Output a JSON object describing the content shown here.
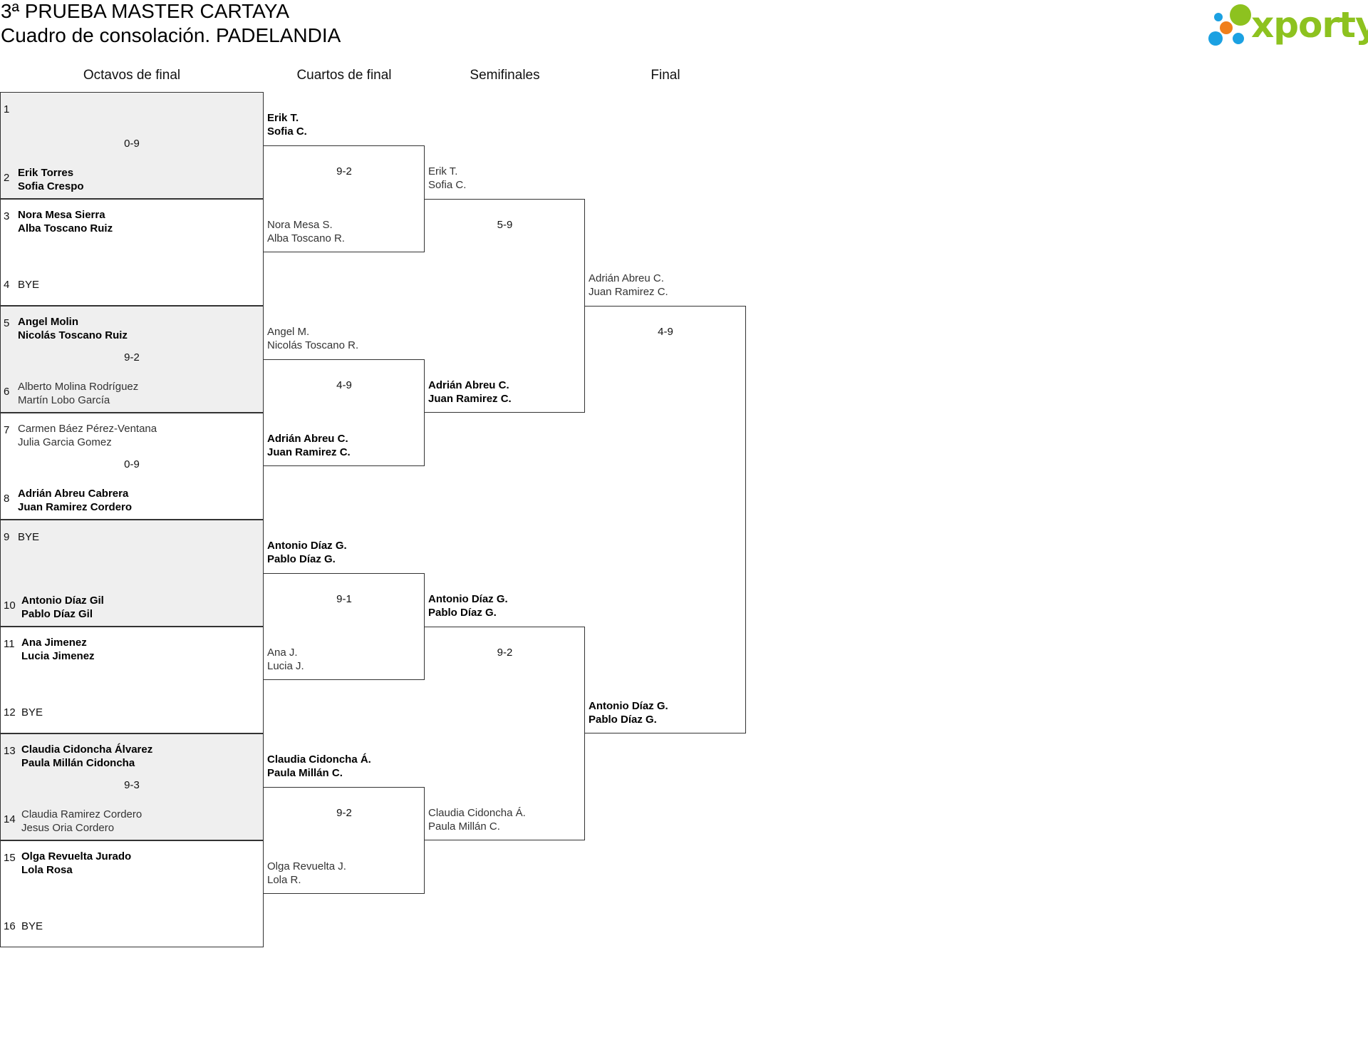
{
  "header": {
    "title": "3ª PRUEBA MASTER CARTAYA",
    "subtitle": "Cuadro de consolación. PADELANDIA"
  },
  "logo": {
    "text": "xporty",
    "text_color": "#8dc21f",
    "dot_colors": [
      "#8dc21f",
      "#1ba1e2",
      "#f07f1b",
      "#1ba1e2",
      "#1ba1e2"
    ]
  },
  "colors": {
    "shaded": "#efefef",
    "border": "#333333"
  },
  "rounds": [
    "Octavos de final",
    "Cuartos de final",
    "Semifinales",
    "Final"
  ],
  "octavos": [
    {
      "shaded": true,
      "score": "0-9",
      "top": {
        "seed": "1",
        "names": [],
        "bye": "",
        "winner": false
      },
      "bottom": {
        "seed": "2",
        "names": [
          "Erik Torres",
          "Sofia Crespo"
        ],
        "bye": "",
        "winner": true
      }
    },
    {
      "shaded": false,
      "score": "",
      "top": {
        "seed": "3",
        "names": [
          "Nora Mesa Sierra",
          "Alba Toscano Ruiz"
        ],
        "bye": "",
        "winner": true
      },
      "bottom": {
        "seed": "4",
        "names": [],
        "bye": "BYE",
        "winner": false
      }
    },
    {
      "shaded": true,
      "score": "9-2",
      "top": {
        "seed": "5",
        "names": [
          "Angel Molin",
          "Nicolás Toscano Ruiz"
        ],
        "bye": "",
        "winner": true
      },
      "bottom": {
        "seed": "6",
        "names": [
          "Alberto Molina Rodríguez",
          "Martín Lobo García"
        ],
        "bye": "",
        "winner": false
      }
    },
    {
      "shaded": false,
      "score": "0-9",
      "top": {
        "seed": "7",
        "names": [
          "Carmen Báez Pérez-Ventana",
          "Julia Garcia Gomez"
        ],
        "bye": "",
        "winner": false
      },
      "bottom": {
        "seed": "8",
        "names": [
          "Adrián Abreu Cabrera",
          "Juan Ramirez Cordero"
        ],
        "bye": "",
        "winner": true
      }
    },
    {
      "shaded": true,
      "score": "",
      "top": {
        "seed": "9",
        "names": [],
        "bye": "BYE",
        "winner": false
      },
      "bottom": {
        "seed": "10",
        "names": [
          "Antonio Díaz Gil",
          "Pablo Díaz Gil"
        ],
        "bye": "",
        "winner": true
      }
    },
    {
      "shaded": false,
      "score": "",
      "top": {
        "seed": "11",
        "names": [
          "Ana Jimenez",
          "Lucia Jimenez"
        ],
        "bye": "",
        "winner": true
      },
      "bottom": {
        "seed": "12",
        "names": [],
        "bye": "BYE",
        "winner": false
      }
    },
    {
      "shaded": true,
      "score": "9-3",
      "top": {
        "seed": "13",
        "names": [
          "Claudia Cidoncha Álvarez",
          "Paula Millán Cidoncha"
        ],
        "bye": "",
        "winner": true
      },
      "bottom": {
        "seed": "14",
        "names": [
          "Claudia Ramirez Cordero",
          "Jesus Oria Cordero"
        ],
        "bye": "",
        "winner": false
      }
    },
    {
      "shaded": false,
      "score": "",
      "top": {
        "seed": "15",
        "names": [
          "Olga Revuelta Jurado",
          "Lola Rosa"
        ],
        "bye": "",
        "winner": true
      },
      "bottom": {
        "seed": "16",
        "names": [],
        "bye": "BYE",
        "winner": false
      }
    }
  ],
  "cuartos": [
    {
      "score": "9-2",
      "top": {
        "names": [
          "Erik T.",
          "Sofia C."
        ],
        "winner": true
      },
      "bottom": {
        "names": [
          "Nora Mesa S.",
          "Alba Toscano R."
        ],
        "winner": false
      }
    },
    {
      "score": "4-9",
      "top": {
        "names": [
          "Angel M.",
          "Nicolás Toscano R."
        ],
        "winner": false
      },
      "bottom": {
        "names": [
          "Adrián Abreu C.",
          "Juan Ramirez C."
        ],
        "winner": true
      }
    },
    {
      "score": "9-1",
      "top": {
        "names": [
          "Antonio Díaz G.",
          "Pablo Díaz G."
        ],
        "winner": true
      },
      "bottom": {
        "names": [
          "Ana J.",
          "Lucia J."
        ],
        "winner": false
      }
    },
    {
      "score": "9-2",
      "top": {
        "names": [
          "Claudia Cidoncha Á.",
          "Paula Millán C."
        ],
        "winner": true
      },
      "bottom": {
        "names": [
          "Olga Revuelta J.",
          "Lola R."
        ],
        "winner": false
      }
    }
  ],
  "semifinales": [
    {
      "score": "5-9",
      "top": {
        "names": [
          "Erik T.",
          "Sofia C."
        ],
        "winner": false
      },
      "bottom": {
        "names": [
          "Adrián Abreu C.",
          "Juan Ramirez C."
        ],
        "winner": true
      }
    },
    {
      "score": "9-2",
      "top": {
        "names": [
          "Antonio Díaz G.",
          "Pablo Díaz G."
        ],
        "winner": true
      },
      "bottom": {
        "names": [
          "Claudia Cidoncha Á.",
          "Paula Millán C."
        ],
        "winner": false
      }
    }
  ],
  "final": [
    {
      "score": "4-9",
      "top": {
        "names": [
          "Adrián Abreu C.",
          "Juan Ramirez C."
        ],
        "winner": false
      },
      "bottom": {
        "names": [
          "Antonio Díaz G.",
          "Pablo Díaz G."
        ],
        "winner": true
      }
    }
  ]
}
